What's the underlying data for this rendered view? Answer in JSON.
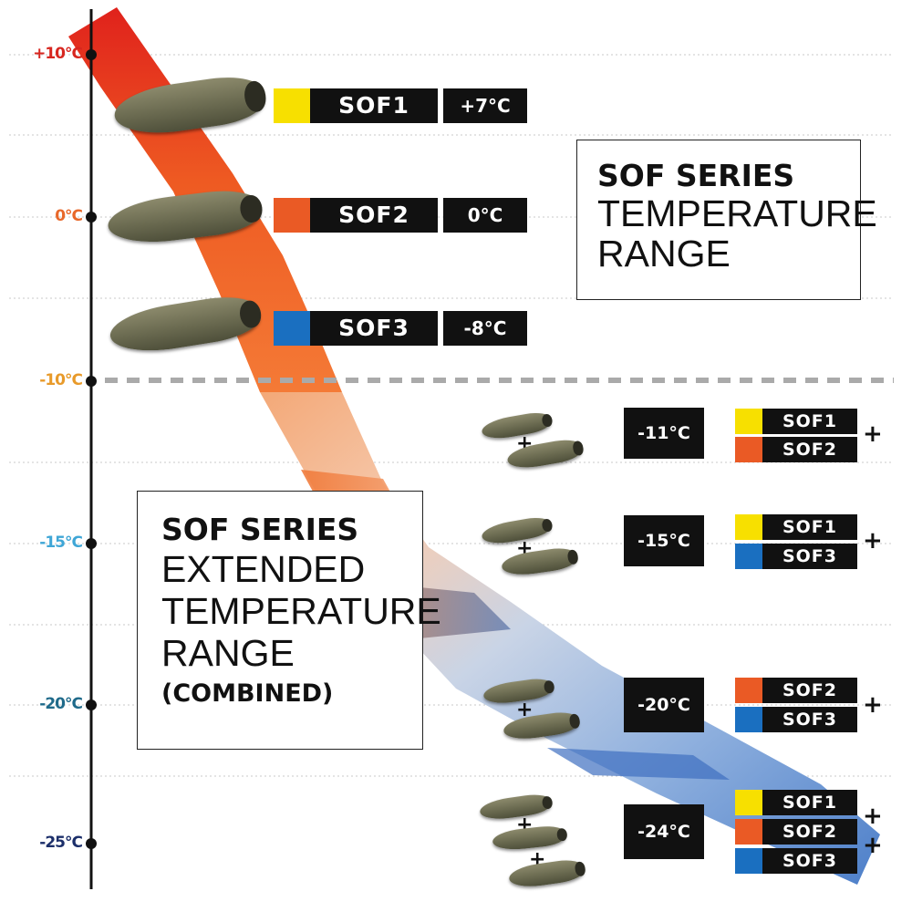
{
  "axis": {
    "labels": [
      {
        "text": "+10°C",
        "color": "#d7261f"
      },
      {
        "text": "0°C",
        "color": "#e8682a"
      },
      {
        "text": "-10°C",
        "color": "#e89a2a"
      },
      {
        "text": "-15°C",
        "color": "#3fa6d6"
      },
      {
        "text": "-20°C",
        "color": "#1f6a8a"
      },
      {
        "text": "-25°C",
        "color": "#1c2f6a"
      }
    ]
  },
  "colors": {
    "sof1": "#f7e000",
    "sof2": "#ea5a25",
    "sof3": "#1a6fc0",
    "dark": "#111111",
    "dash": "#aaaaaa"
  },
  "main_box": {
    "line1": "SOF SERIES",
    "line2": "TEMPERATURE",
    "line3": "RANGE"
  },
  "extended_box": {
    "line1": "SOF SERIES",
    "line2": "EXTENDED",
    "line3": "TEMPERATURE",
    "line4": "RANGE",
    "line5": "(COMBINED)"
  },
  "single_bags": [
    {
      "name": "SOF1",
      "temp": "+7°C",
      "color_key": "sof1"
    },
    {
      "name": "SOF2",
      "temp": "0°C",
      "color_key": "sof2"
    },
    {
      "name": "SOF3",
      "temp": "-8°C",
      "color_key": "sof3"
    }
  ],
  "combos": [
    {
      "temp": "-11°C",
      "items": [
        {
          "name": "SOF1",
          "color_key": "sof1"
        },
        {
          "name": "SOF2",
          "color_key": "sof2"
        }
      ],
      "plus": "+"
    },
    {
      "temp": "-15°C",
      "items": [
        {
          "name": "SOF1",
          "color_key": "sof1"
        },
        {
          "name": "SOF3",
          "color_key": "sof3"
        }
      ],
      "plus": "+"
    },
    {
      "temp": "-20°C",
      "items": [
        {
          "name": "SOF2",
          "color_key": "sof2"
        },
        {
          "name": "SOF3",
          "color_key": "sof3"
        }
      ],
      "plus": "+"
    },
    {
      "temp": "-24°C",
      "items": [
        {
          "name": "SOF1",
          "color_key": "sof1"
        },
        {
          "name": "SOF2",
          "color_key": "sof2"
        },
        {
          "name": "SOF3",
          "color_key": "sof3"
        }
      ],
      "plus": "+"
    }
  ]
}
